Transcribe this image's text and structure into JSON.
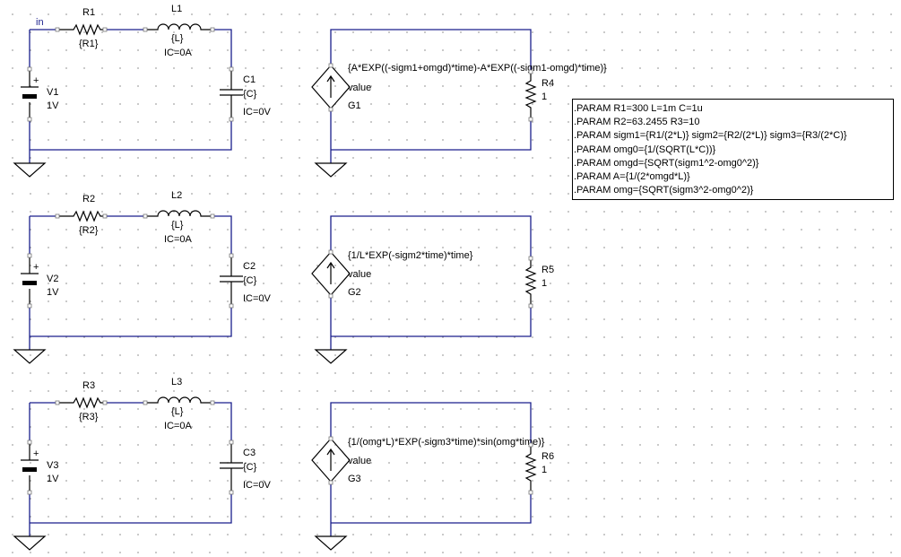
{
  "net_label": "in",
  "rlc": [
    {
      "r_name": "R1",
      "r_value": "{R1}",
      "l_name": "L1",
      "l_value": "{L}",
      "l_ic": "IC=0A",
      "c_name": "C1",
      "c_value": "{C}",
      "c_ic": "IC=0V",
      "v_name": "V1",
      "v_value": "1V",
      "v_plus": "+"
    },
    {
      "r_name": "R2",
      "r_value": "{R2}",
      "l_name": "L2",
      "l_value": "{L}",
      "l_ic": "IC=0A",
      "c_name": "C2",
      "c_value": "{C}",
      "c_ic": "IC=0V",
      "v_name": "V2",
      "v_value": "1V",
      "v_plus": "+"
    },
    {
      "r_name": "R3",
      "r_value": "{R3}",
      "l_name": "L3",
      "l_value": "{L}",
      "l_ic": "IC=0A",
      "c_name": "C3",
      "c_value": "{C}",
      "c_ic": "IC=0V",
      "v_name": "V3",
      "v_value": "1V",
      "v_plus": "+"
    }
  ],
  "sources": [
    {
      "g_name": "G1",
      "g_value": "value",
      "expr": "{A*EXP((-sigm1+omgd)*time)-A*EXP((-sigm1-omgd)*time)}",
      "r_name": "R4",
      "r_value": "1"
    },
    {
      "g_name": "G2",
      "g_value": "value",
      "expr": "{1/L*EXP(-sigm2*time)*time}",
      "r_name": "R5",
      "r_value": "1"
    },
    {
      "g_name": "G3",
      "g_value": "value",
      "expr": "{1/(omg*L)*EXP(-sigm3*time)*sin(omg*time)}",
      "r_name": "R6",
      "r_value": "1"
    }
  ],
  "params": [
    ".PARAM  R1=300  L=1m  C=1u",
    ".PARAM  R2=63.2455  R3=10",
    ".PARAM  sigm1={R1/(2*L)}  sigm2={R2/(2*L)}  sigm3={R3/(2*C)}",
    ".PARAM  omg0={1/(SQRT(L*C))}",
    ".PARAM  omgd={SQRT(sigm1^2-omg0^2)}",
    ".PARAM  A={1/(2*omgd*L)}",
    ".PARAM  omg={SQRT(sigm3^2-omg0^2)}"
  ]
}
